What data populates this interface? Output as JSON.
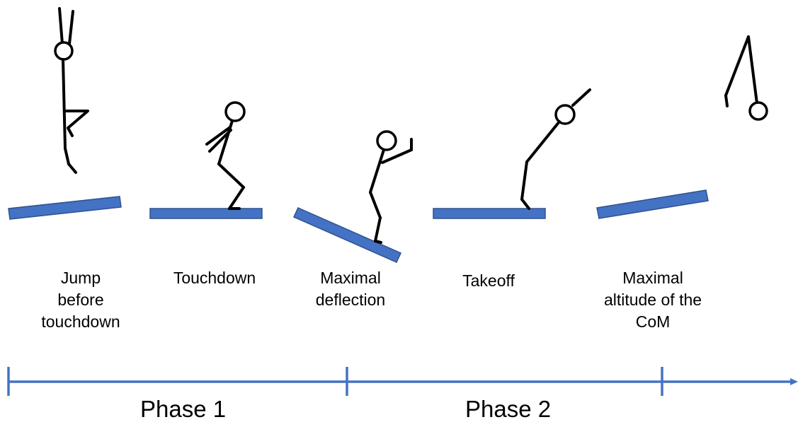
{
  "stages": [
    {
      "label_lines": [
        "Jump",
        "before",
        "touchdown"
      ],
      "figure": "inverted-stick-figure",
      "board": "tilted-up-right"
    },
    {
      "label_lines": [
        "Touchdown"
      ],
      "figure": "crouching-stick-figure",
      "board": "flat"
    },
    {
      "label_lines": [
        "Maximal",
        "deflection"
      ],
      "figure": "standing-stick-figure",
      "board": "tilted-down-right"
    },
    {
      "label_lines": [
        "Takeoff"
      ],
      "figure": "extended-stick-figure",
      "board": "flat"
    },
    {
      "label_lines": [
        "Maximal",
        "altitude of the",
        "CoM"
      ],
      "figure": "inverted-stick-figure",
      "board": "tilted-up-right"
    }
  ],
  "phases": [
    {
      "label": "Phase 1"
    },
    {
      "label": "Phase 2"
    }
  ],
  "colors": {
    "board": "#4472C4",
    "board_border": "#2F528F",
    "timeline": "#4472C4",
    "figure": "#000000"
  }
}
